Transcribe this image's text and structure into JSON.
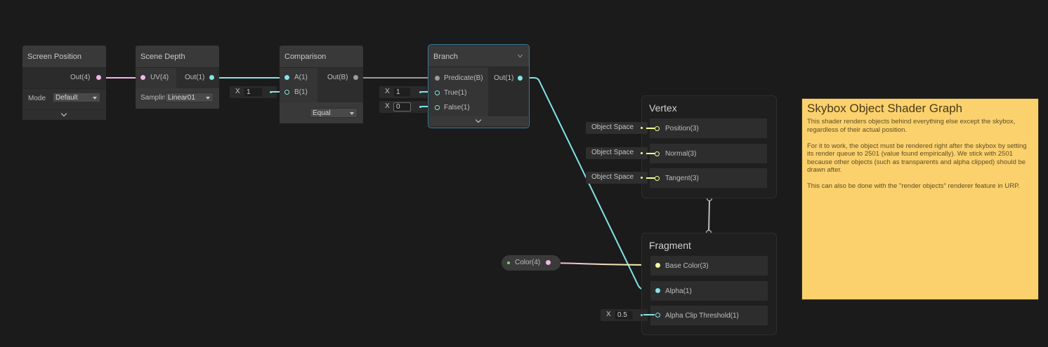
{
  "colors": {
    "background": "#1b1b1b",
    "wire_vector4": "#f0b6e8",
    "wire_float": "#84e4e7",
    "wire_bool": "#9c9c9c",
    "wire_vector3": "#f6ff9a",
    "selected_border": "#3a7d9a",
    "sticky_note": "#fbd16e"
  },
  "nodes": {
    "screen_position": {
      "title": "Screen Position",
      "output": "Out(4)",
      "mode_label": "Mode",
      "mode_value": "Default"
    },
    "scene_depth": {
      "title": "Scene Depth",
      "input": "UV(4)",
      "output": "Out(1)",
      "sampling_label": "Samplin",
      "sampling_value": "Linear01"
    },
    "comparison": {
      "title": "Comparison",
      "input_a": "A(1)",
      "input_b": "B(1)",
      "output": "Out(B)",
      "b_field_label": "X",
      "b_field_value": "1",
      "operator_value": "Equal"
    },
    "branch": {
      "title": "Branch",
      "input_predicate": "Predicate(B)",
      "input_true": "True(1)",
      "input_false": "False(1)",
      "output": "Out(1)",
      "true_field_label": "X",
      "true_field_value": "1",
      "false_field_label": "X",
      "false_field_value": "0"
    },
    "color_property": {
      "label": "Color(4)"
    }
  },
  "vertex": {
    "title": "Vertex",
    "slots": [
      {
        "label": "Position(3)",
        "space": "Object Space"
      },
      {
        "label": "Normal(3)",
        "space": "Object Space"
      },
      {
        "label": "Tangent(3)",
        "space": "Object Space"
      }
    ]
  },
  "fragment": {
    "title": "Fragment",
    "slots": [
      {
        "label": "Base Color(3)"
      },
      {
        "label": "Alpha(1)"
      },
      {
        "label": "Alpha Clip Threshold(1)",
        "field_label": "X",
        "field_value": "0.5"
      }
    ]
  },
  "sticky_note": {
    "title": "Skybox Object Shader Graph",
    "body": "This shader renders objects behind everything else except the skybox, regardless of their actual position.\n\nFor it to work, the object must be rendered right after the skybox by setting its render queue to 2501 (value found empirically). We stick with 2501 because other objects (such as transparents and alpha clipped) should be drawn after.\n\nThis can also be done with the \"render objects\" renderer feature in URP."
  }
}
